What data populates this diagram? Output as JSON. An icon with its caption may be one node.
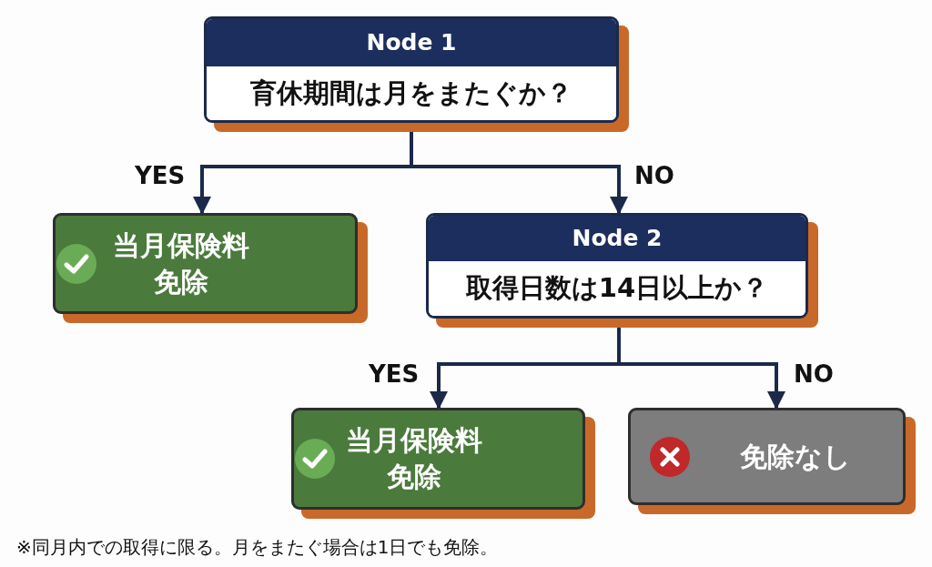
{
  "diagram": {
    "nodes": [
      {
        "text": [
          "Node 1",
          "育休期間は月をまたぐか？"
        ]
      },
      {
        "text": [
          "当月保険料免除"
        ]
      },
      {
        "text": [
          "Node 2",
          "取得日数は14日以上か？"
        ]
      },
      {
        "text": [
          "当月保険料免除"
        ]
      },
      {
        "text": [
          "免除なし"
        ]
      }
    ],
    "edges": [
      {
        "from": 0,
        "to": 1,
        "arrow": "to",
        "label": "YES"
      },
      {
        "from": 0,
        "to": 2,
        "arrow": "to",
        "label": "NO"
      },
      {
        "from": 2,
        "to": 3,
        "arrow": "to",
        "label": "YES"
      },
      {
        "from": 2,
        "to": 4,
        "arrow": "to",
        "label": "NO"
      }
    ],
    "labels": [
      "※同月内での取得に限る。月をまたぐ場合は1日でも免除。"
    ]
  }
}
